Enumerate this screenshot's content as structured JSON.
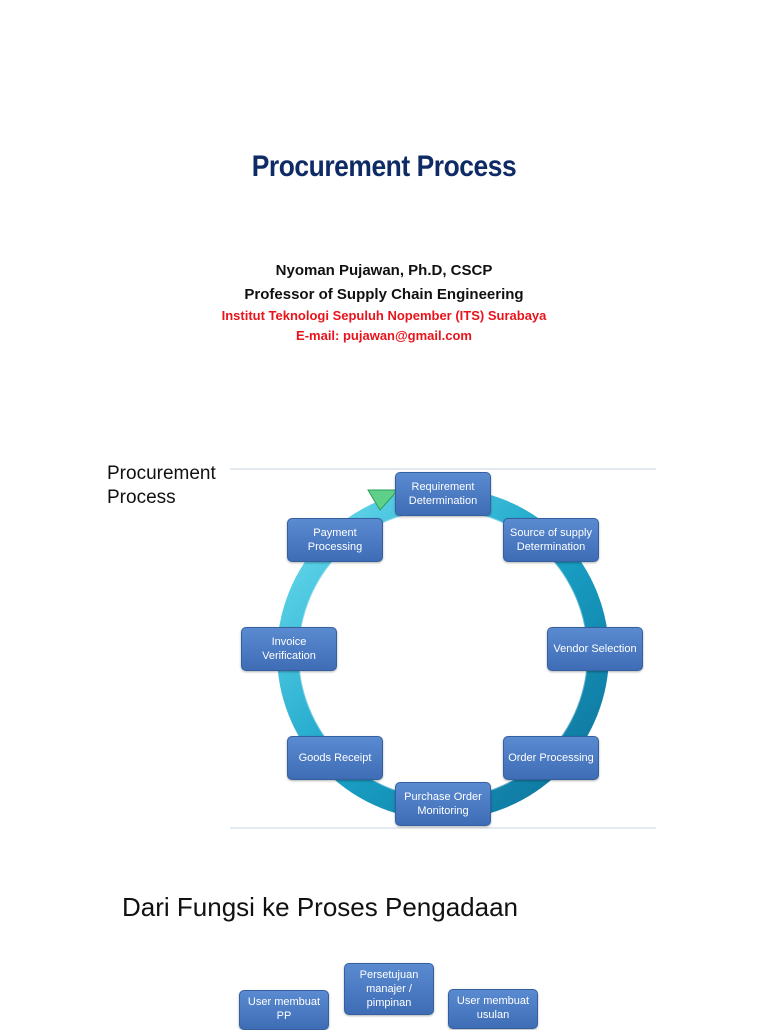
{
  "slide1": {
    "title": "Procurement Process",
    "author_name": "Nyoman Pujawan, Ph.D, CSCP",
    "author_role": "Professor of Supply Chain Engineering",
    "institution": "Institut Teknologi Sepuluh Nopember (ITS) Surabaya",
    "email": "E-mail: pujawan@gmail.com"
  },
  "slide2": {
    "title_line1": "Procurement",
    "title_line2": "Process",
    "steps": [
      "Requirement Determination",
      "Source of supply Determination",
      "Vendor Selection",
      "Order Processing",
      "Purchase Order Monitoring",
      "Goods Receipt",
      "Invoice Verification",
      "Payment Processing"
    ]
  },
  "slide3": {
    "title": "Dari Fungsi ke Proses Pengadaan",
    "boxes": [
      "Persetujuan manajer / pimpinan",
      "User membuat usulan",
      "User membuat PP"
    ]
  },
  "colors": {
    "title": "#0f2b66",
    "accent_red": "#e8141b",
    "node_fill": "#4a7cc4",
    "ring": "#1aa3c8"
  }
}
